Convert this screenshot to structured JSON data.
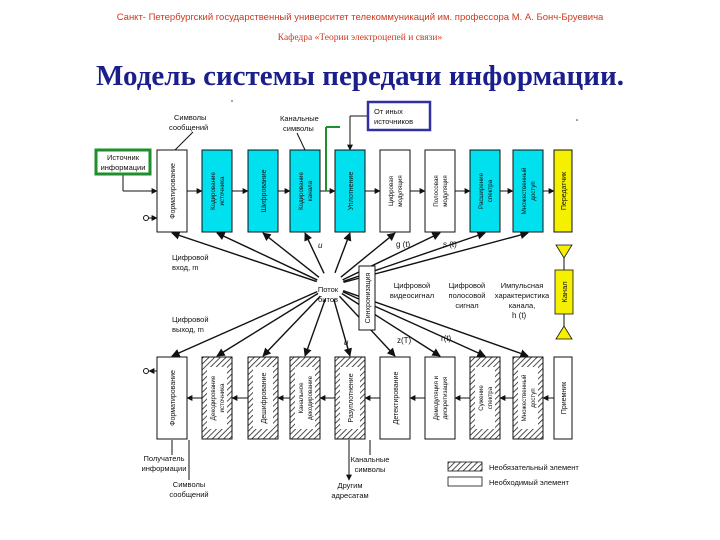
{
  "header": {
    "university": "Санкт- Петербургский государственный университет телекоммуникаций им. профессора М. А. Бонч-Бруевича",
    "department": "Кафедра «Теории электроцепей и связи»"
  },
  "title": "Модель системы передачи информации.",
  "colors": {
    "header": "#cc3a1f",
    "title": "#1b1f8c",
    "cyan": "#00e0ee",
    "yellow": "#f5ef00",
    "green": "#1e8f2c",
    "navy": "#3030a0"
  },
  "tx_blocks": [
    {
      "label": "Форматирование",
      "style": "white"
    },
    {
      "label": "Кодирование источника",
      "style": "cyan"
    },
    {
      "label": "Шифрование",
      "style": "cyan"
    },
    {
      "label": "Кодирование канала",
      "style": "cyan"
    },
    {
      "label": "Уплотнение",
      "style": "cyan"
    },
    {
      "label": "Цифровая модуляция",
      "style": "white"
    },
    {
      "label": "Полосовая модуляция",
      "style": "white"
    },
    {
      "label": "Расширение спектра",
      "style": "cyan"
    },
    {
      "label": "Множественный доступ",
      "style": "cyan"
    },
    {
      "label": "Передатчик",
      "style": "yellow"
    }
  ],
  "rx_blocks": [
    {
      "label": "Форматирование",
      "style": "white"
    },
    {
      "label": "Декодирование источника",
      "style": "hatched"
    },
    {
      "label": "Дешифрование",
      "style": "hatched"
    },
    {
      "label": "Канальное декодирование",
      "style": "hatched"
    },
    {
      "label": "Разуплотнение",
      "style": "hatched"
    },
    {
      "label": "Детектирование",
      "style": "white"
    },
    {
      "label": "Демодуляция и дискретизация",
      "style": "white"
    },
    {
      "label": "Сужение спектра",
      "style": "hatched"
    },
    {
      "label": "Множественный доступ",
      "style": "hatched"
    },
    {
      "label": "Приемник",
      "style": "white"
    }
  ],
  "labels": {
    "source_info": [
      "Источник",
      "информации"
    ],
    "other_sources": [
      "От иных",
      "источников"
    ],
    "message_symbols_top": [
      "Символы",
      "сообщений"
    ],
    "channel_symbols_top": [
      "Канальные",
      "символы"
    ],
    "digital_input": [
      "Цифровой",
      "вход, m"
    ],
    "digital_output": [
      "Цифровой",
      "выход, m"
    ],
    "bit_stream": [
      "Поток",
      "битов"
    ],
    "sync": "Синхронизация",
    "u_i": "u",
    "u_hat_i": "u",
    "g_i_T": "g (t)",
    "s_i_t": "s (t)",
    "z_T": "z(T)",
    "r_t": "r(t)",
    "digital_video_signal": [
      "Цифровой",
      "видеосигнал"
    ],
    "digital_band_signal": [
      "Цифровой",
      "полосовой",
      "сигнал"
    ],
    "impulse_response": [
      "Импульсная",
      "характеристика",
      "канала,"
    ],
    "h_c_t": "h (t)",
    "channel": "Канал",
    "info_receiver": [
      "Получатель",
      "информации"
    ],
    "message_symbols_bottom": [
      "Символы",
      "сообщений"
    ],
    "channel_symbols_bottom": [
      "Канальные",
      "символы"
    ],
    "other_recipients": [
      "Другим",
      "адресатам"
    ],
    "legend_optional": "Необязательный элемент",
    "legend_required": "Необходимый элемент"
  }
}
